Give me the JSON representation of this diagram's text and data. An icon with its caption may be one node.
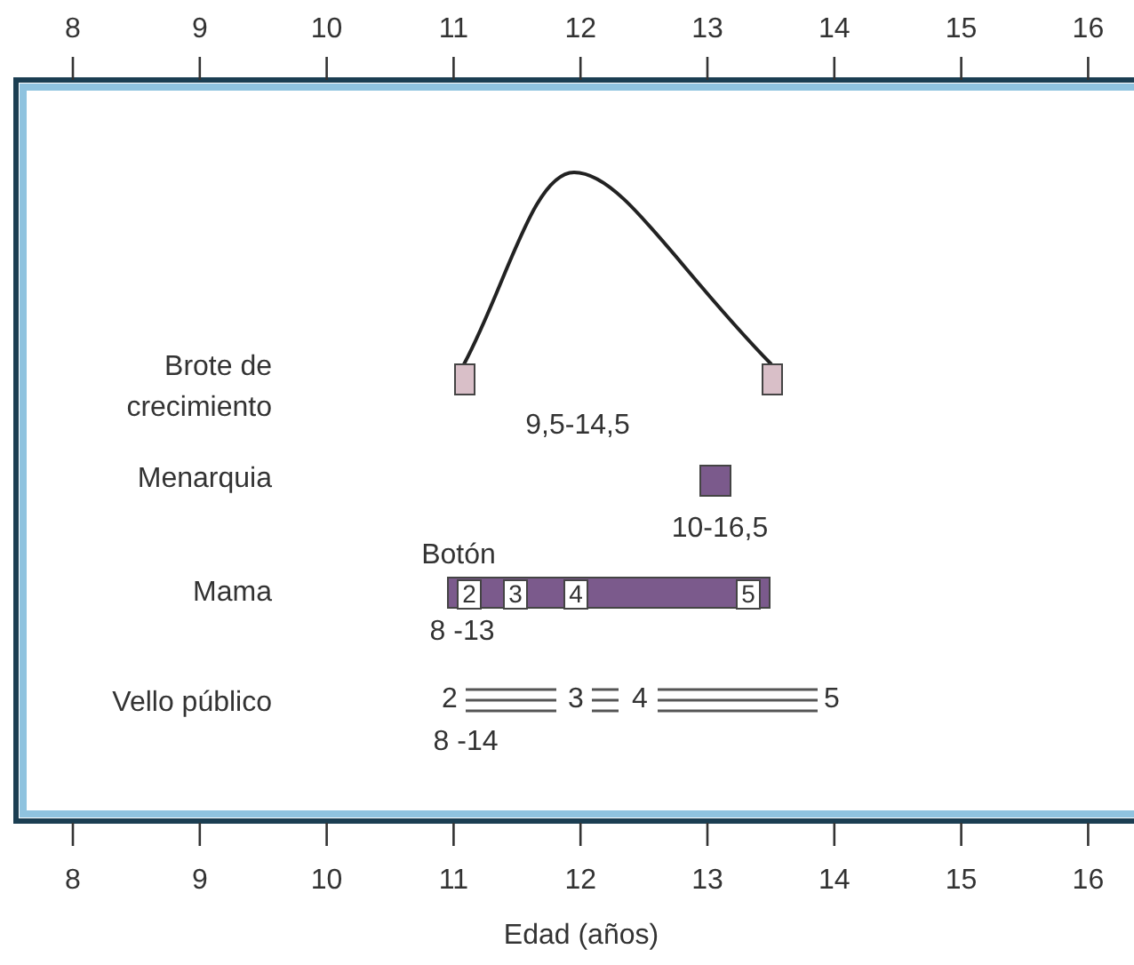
{
  "diagram": {
    "labels": [
      "8",
      "9",
      "10",
      "11",
      "12",
      "13",
      "14",
      "15",
      "16",
      "Brote de crecimiento",
      "9,5-14,5",
      "Menarquia",
      "10-16,5",
      "Botón",
      "Mama",
      "2",
      "3",
      "4",
      "5",
      "8 -13",
      "Vello público",
      "2",
      "3",
      "4",
      "5",
      "8 -14",
      "8",
      "9",
      "10",
      "11",
      "12",
      "13",
      "14",
      "15",
      "16",
      "Edad (años)"
    ]
  }
}
